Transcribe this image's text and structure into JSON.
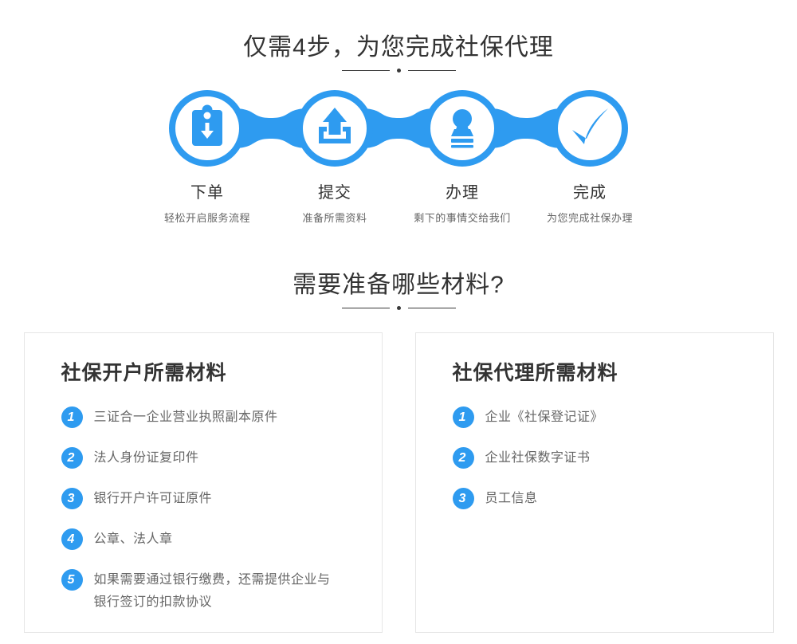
{
  "colors": {
    "accent": "#2e9bf0",
    "heading_text": "#333333",
    "body_text": "#666666",
    "card_border": "#e6e6e6"
  },
  "process": {
    "title": "仅需4步，为您完成社保代理",
    "steps": [
      {
        "icon": "clipboard-order-icon",
        "title": "下单",
        "subtitle": "轻松开启服务流程"
      },
      {
        "icon": "upload-icon",
        "title": "提交",
        "subtitle": "准备所需资料"
      },
      {
        "icon": "stamp-icon",
        "title": "办理",
        "subtitle": "剩下的事情交给我们"
      },
      {
        "icon": "checkmark-icon",
        "title": "完成",
        "subtitle": "为您完成社保办理"
      }
    ]
  },
  "materials": {
    "title": "需要准备哪些材料?",
    "cards": [
      {
        "title": "社保开户所需材料",
        "items": [
          {
            "num": "1",
            "text": "三证合一企业营业执照副本原件"
          },
          {
            "num": "2",
            "text": "法人身份证复印件"
          },
          {
            "num": "3",
            "text": "银行开户许可证原件"
          },
          {
            "num": "4",
            "text": "公章、法人章"
          },
          {
            "num": "5",
            "text": "如果需要通过银行缴费，还需提供企业与银行签订的扣款协议"
          }
        ]
      },
      {
        "title": "社保代理所需材料",
        "items": [
          {
            "num": "1",
            "text": "企业《社保登记证》"
          },
          {
            "num": "2",
            "text": "企业社保数字证书"
          },
          {
            "num": "3",
            "text": "员工信息"
          }
        ]
      }
    ]
  }
}
